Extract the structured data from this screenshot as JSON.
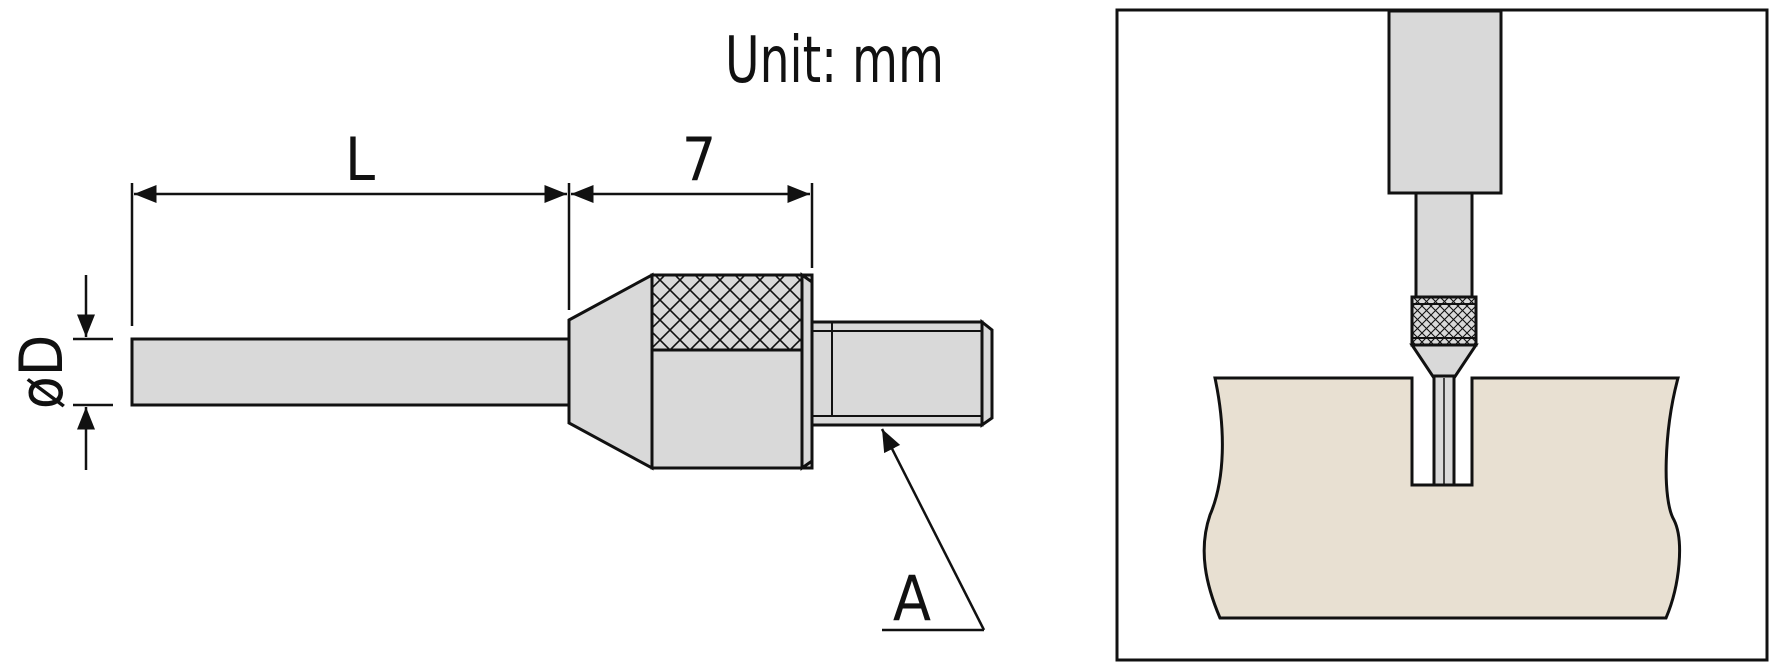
{
  "unit_label": "Unit: mm",
  "labels": {
    "length": "L",
    "head_length": "7",
    "diameter": "øD",
    "thread_callout": "A"
  },
  "colors": {
    "line": "#111111",
    "metal": "#d9d9d9",
    "workpiece": "#e8e0d2",
    "background": "#ffffff"
  }
}
